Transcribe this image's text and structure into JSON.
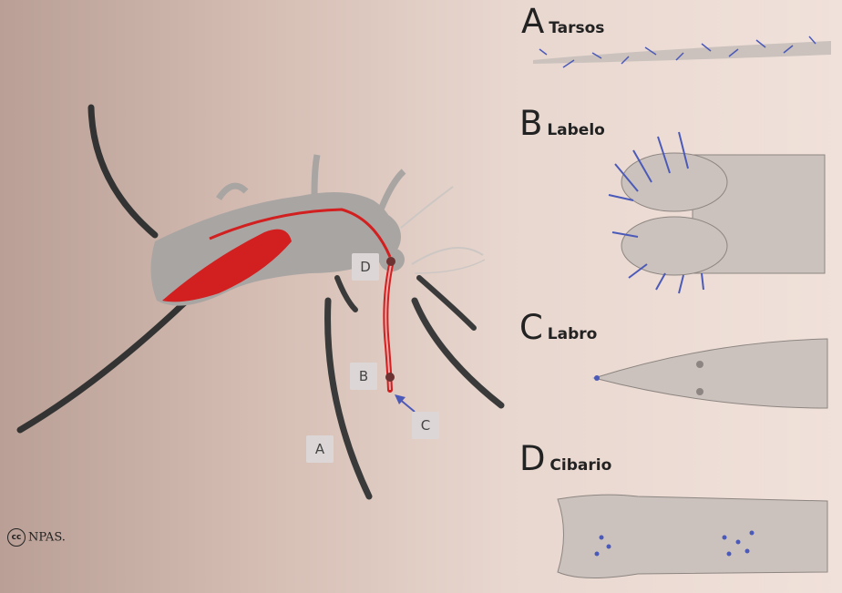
{
  "colors": {
    "body": "#a9a5a3",
    "leg": "#333333",
    "blood": "#d21f1f",
    "bristle": "#4b5ab8",
    "panel": "#cbc2bd"
  },
  "callouts": [
    {
      "id": "tarsos",
      "letter": "A"
    },
    {
      "id": "labelo",
      "letter": "B"
    },
    {
      "id": "labro",
      "letter": "C"
    },
    {
      "id": "cibario",
      "letter": "D"
    }
  ],
  "panels": [
    {
      "letter": "A",
      "name": "Tarsos"
    },
    {
      "letter": "B",
      "name": "Labelo"
    },
    {
      "letter": "C",
      "name": "Labro"
    },
    {
      "letter": "D",
      "name": "Cibario"
    }
  ],
  "credit": {
    "license_icon": "cc-icon",
    "text": "NPAS."
  }
}
